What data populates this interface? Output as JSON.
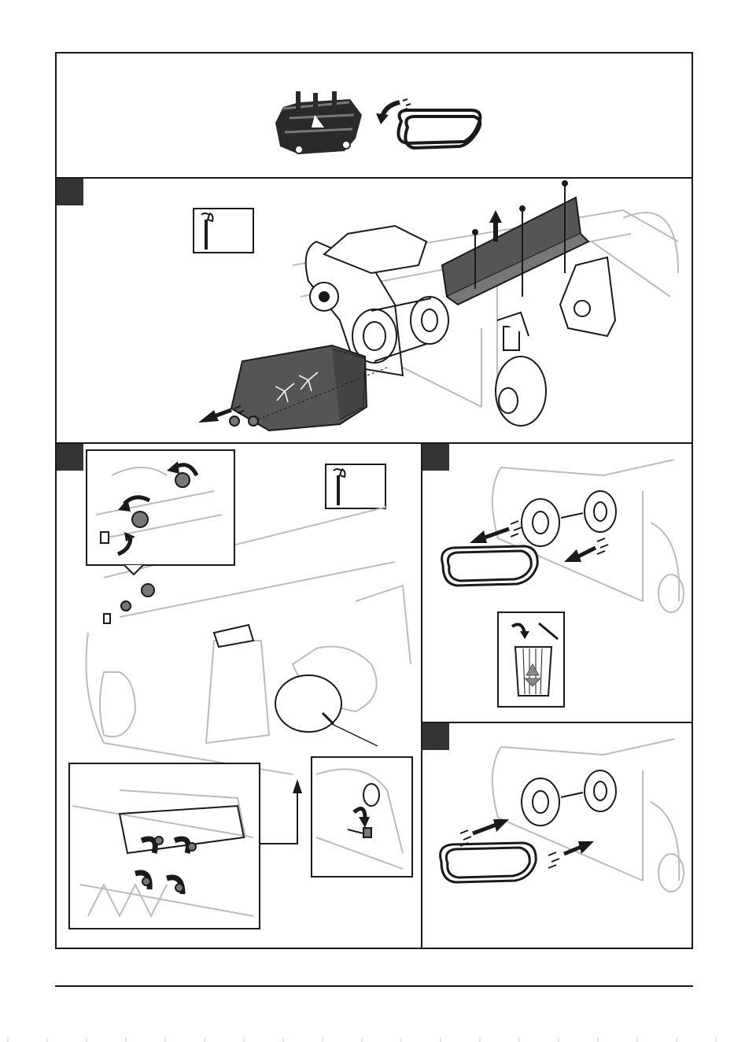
{
  "document": {
    "type": "assembly-instruction-page",
    "text": []
  },
  "colors": {
    "line": "#1a1a1a",
    "step_badge": "#333333",
    "part_dark": "#555555",
    "part_light": "#bbbbbb",
    "background": "#ffffff"
  },
  "header": {
    "icons": [
      "cutting-unit-icon",
      "replace-arrow-icon",
      "drive-belt-icon"
    ]
  },
  "steps": [
    {
      "id": "step-1",
      "icons": [
        "wrench-tool-icon",
        "cover-removal-arrow-icon",
        "lift-arrow-icon"
      ]
    },
    {
      "id": "step-2",
      "icons": [
        "wrench-tool-icon",
        "loosen-rotation-arrow-icon",
        "tighten-rotation-arrow-icon"
      ]
    },
    {
      "id": "step-3",
      "icons": [
        "belt-removal-arrow-icon",
        "recycle-bin-icon"
      ]
    },
    {
      "id": "step-4",
      "icons": [
        "belt-install-arrow-icon"
      ]
    }
  ]
}
